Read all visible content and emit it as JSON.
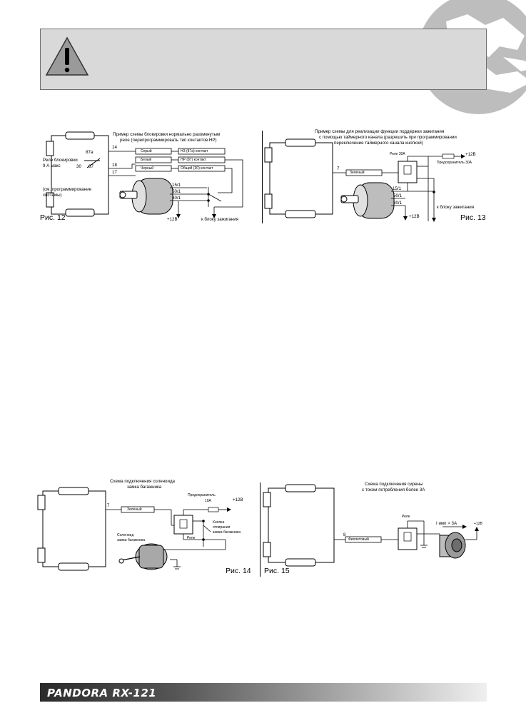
{
  "footer": {
    "brand": "PANDORA RX-121"
  },
  "fig12": {
    "caption": "Рис. 12",
    "title1": "Пример схемы блокировки нормально разомкнутым",
    "title2": "реле (перепрограммировать тип контактов НР)",
    "relay_label1": "Реле блокировки",
    "relay_label2": "9 А макс",
    "prog1": "(см. программирование",
    "prog2": "системы)",
    "pin_87a": "87a",
    "pin_30": "30",
    "pin_87": "87",
    "wire14": "14",
    "wire18": "18",
    "wire17": "17",
    "w_grey": "Серый",
    "w_white": "Белый",
    "w_black": "Черный",
    "c_nz": "НЗ (87a) контакт",
    "c_nr": "НР (87) контакт",
    "c_common": "Общий (30) контакт",
    "k15": "15/1",
    "k50": "50/1",
    "k30": "30/1",
    "plus12": "+12В",
    "to_ign": "к блоку зажигания"
  },
  "fig13": {
    "caption": "Рис. 13",
    "title1": "Пример схемы для реализации функции поддержки зажигания",
    "title2": "с помощью таймерного канала (разрешить при программировании",
    "title3": "переключение таймерного канала кнопкой)",
    "relay": "Реле 30А",
    "fuse": "Предохранитель 30А",
    "plus12": "+12В",
    "wire7": "7",
    "green": "Зеленый",
    "k15": "15/1",
    "k50": "50/1",
    "k30": "30/1",
    "plus12b": "+12В",
    "to_ign": "к блоку зажигания"
  },
  "fig14": {
    "caption": "Рис. 14",
    "title1": "Схема подключения соленоида",
    "title2": "замка багажника",
    "fuse1": "Предохранитель",
    "fuse2": "10А",
    "plus12": "+12В",
    "wire7": "7",
    "green": "Зеленый",
    "btn1": "Кнопка",
    "btn2": "отпирания",
    "btn3": "замка багажника",
    "relay": "Реле",
    "sol1": "Соленоид",
    "sol2": "замка багажника"
  },
  "fig15": {
    "caption": "Рис. 15",
    "title1": "Схема подключения сирены",
    "title2": "с током потребления более 3А",
    "relay": "Реле",
    "wire8": "8",
    "violet": "Фиолетовый",
    "current": "I имп > 3А",
    "plus12": "+12В"
  }
}
